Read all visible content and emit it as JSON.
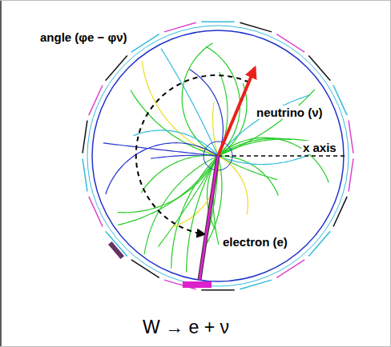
{
  "diagram": {
    "labels": [
      "angle (φe − φν)",
      "neutrino (ν)",
      "x axis",
      "electron (e)",
      "W → e + ν"
    ]
  }
}
